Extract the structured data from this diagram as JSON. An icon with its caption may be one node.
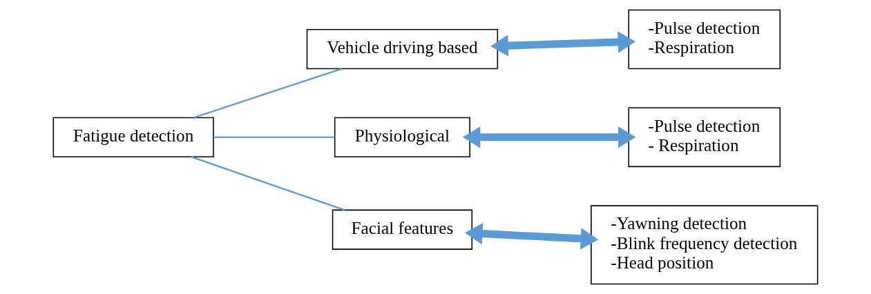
{
  "diagram": {
    "nodes": [
      {
        "text": [
          "Fatigue detection"
        ]
      },
      {
        "text": [
          "Vehicle driving based"
        ]
      },
      {
        "text": [
          "Physiological"
        ]
      },
      {
        "text": [
          "Facial features"
        ]
      },
      {
        "text": [
          "-Pulse detection",
          "-Respiration"
        ]
      },
      {
        "text": [
          "-Pulse detection",
          "- Respiration"
        ]
      },
      {
        "text": [
          "-Yawning detection",
          "-Blink frequency detection",
          "-Head position"
        ]
      }
    ],
    "edges": [
      {
        "from": 0,
        "to": 1,
        "arrow": "none"
      },
      {
        "from": 0,
        "to": 2,
        "arrow": "none"
      },
      {
        "from": 0,
        "to": 3,
        "arrow": "none"
      },
      {
        "from": 1,
        "to": 4,
        "arrow": "both",
        "style": "thick"
      },
      {
        "from": 2,
        "to": 5,
        "arrow": "both",
        "style": "thick"
      },
      {
        "from": 3,
        "to": 6,
        "arrow": "both",
        "style": "thick"
      }
    ]
  }
}
